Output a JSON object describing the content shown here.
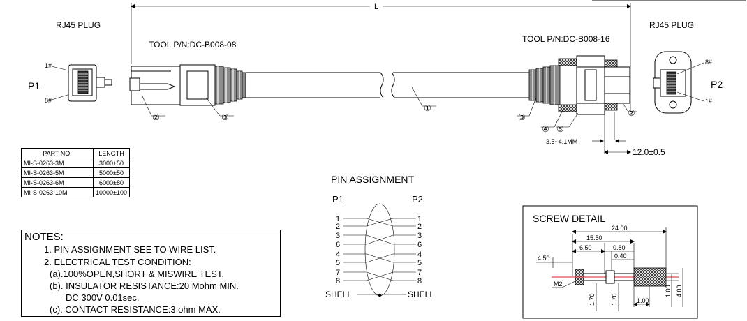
{
  "labels": {
    "left_plug": "RJ45 PLUG",
    "right_plug": "RJ45 PLUG",
    "p1": "P1",
    "p2": "P2",
    "pin_1": "1#",
    "pin_8": "8#",
    "tool_left": "TOOL P/N:DC-B008-08",
    "tool_right": "TOOL P/N:DC-B008-16",
    "length_symbol": "L",
    "dim_screw_gap": "3.5~4.1MM",
    "dim_12": "12.0±0.5",
    "callouts": [
      "①",
      "②",
      "③",
      "④",
      "⑤"
    ]
  },
  "parts_table": {
    "headers": [
      "PART NO.",
      "LENGTH"
    ],
    "rows": [
      [
        "MI-S-0263-3M",
        "3000±50"
      ],
      [
        "MI-S-0263-5M",
        "5000±50"
      ],
      [
        "MI-S-0263-6M",
        "6000±80"
      ],
      [
        "MI-S-0263-10M",
        "10000±100"
      ]
    ]
  },
  "notes": {
    "heading": "NOTES:",
    "item1": "1. PIN ASSIGNMENT SEE TO WIRE LIST.",
    "item2": "2. ELECTRICAL TEST CONDITION:",
    "item2a": "(a).100%OPEN,SHORT & MISWIRE TEST,",
    "item2b": "(b). INSULATOR RESISTANCE:20 Mohm MIN.",
    "item2b_cont": "DC 300V 0.01sec.",
    "item2c": "(c). CONTACT RESISTANCE:3 ohm MAX."
  },
  "pin_assignment": {
    "title": "PIN ASSIGNMENT",
    "p1": "P1",
    "p2": "P2",
    "left_pins": [
      "1",
      "2",
      "3",
      "6",
      "4",
      "5",
      "7",
      "8"
    ],
    "right_pins": [
      "1",
      "2",
      "3",
      "6",
      "4",
      "5",
      "7",
      "8"
    ],
    "shell_left": "SHELL",
    "shell_right": "SHELL"
  },
  "screw_detail": {
    "title": "SCREW DETAIL",
    "dims": {
      "d24": "24.00",
      "d1550": "15.50",
      "d650": "6.50",
      "d080": "0.80",
      "d040": "0.40",
      "d450": "4.50",
      "m2": "M2",
      "d170a": "1.70",
      "d170b": "1.70",
      "d100a": "1.00",
      "d100b": "1.00",
      "d400": "4.00"
    }
  }
}
